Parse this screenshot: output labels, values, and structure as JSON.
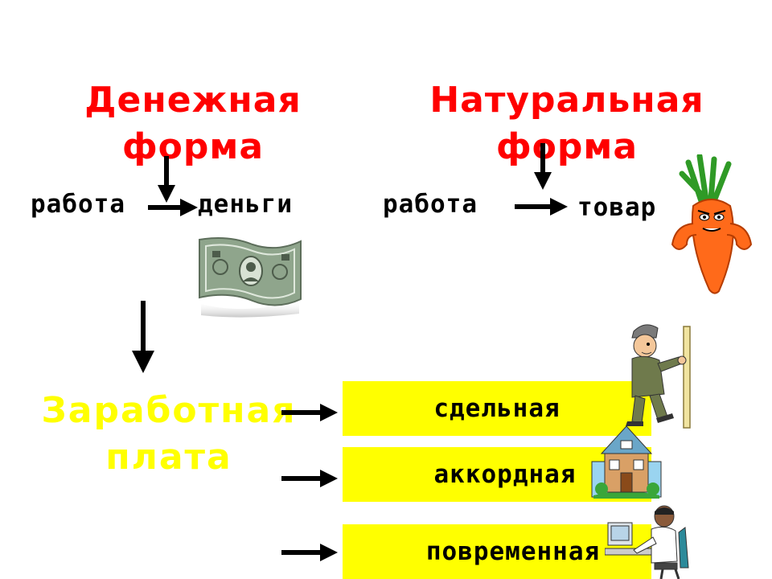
{
  "money_form": {
    "title_line1": "Денежная",
    "title_line2": "форма",
    "word_left": "работа",
    "word_right": "деньги"
  },
  "natural_form": {
    "title_line1": "Натуральная",
    "title_line2": "форма",
    "word_left": "работа",
    "word_right": "товар"
  },
  "wage": {
    "line1": "Заработная",
    "line2": "плата"
  },
  "wage_types": [
    {
      "label": "сдельная"
    },
    {
      "label": "аккордная"
    },
    {
      "label": "повременная"
    }
  ],
  "colors": {
    "title": "#ff0000",
    "wage": "#ffff00",
    "box": "#ffff00",
    "arrow": "#000000"
  },
  "icons": [
    "dollar-bill-icon",
    "carrot-icon",
    "worker-icon",
    "house-icon",
    "office-worker-icon"
  ]
}
